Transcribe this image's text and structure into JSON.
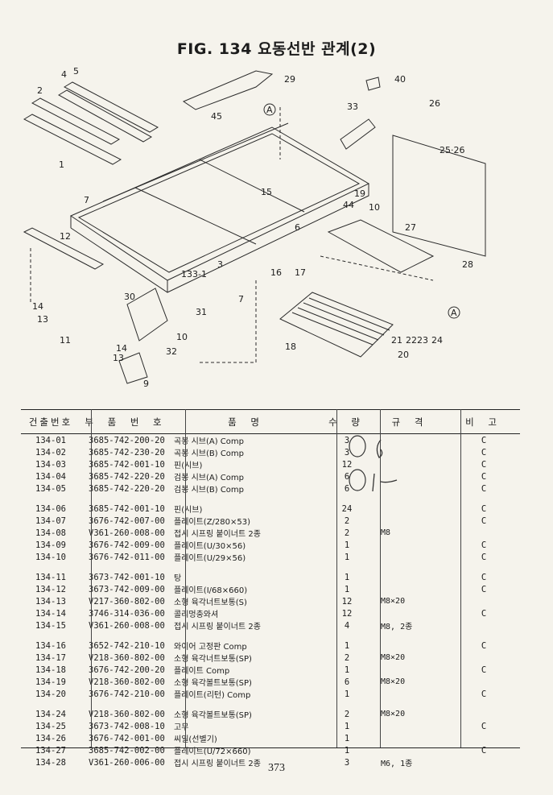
{
  "title": "FIG. 134 요동선반 관계(2)",
  "page_number": "373",
  "columns": [
    "건출번호",
    "부 품 번 호",
    "품 명",
    "수 량",
    "규 격",
    "비 고"
  ],
  "rows": [
    {
      "no": "134-01",
      "part": "3685-742-200-20",
      "name": "곡봉 시브(A) Comp",
      "qty": "3",
      "spec": "",
      "remark": "C"
    },
    {
      "no": "134-02",
      "part": "3685-742-230-20",
      "name": "곡봉 시브(B) Comp",
      "qty": "3",
      "spec": "",
      "remark": "C"
    },
    {
      "no": "134-03",
      "part": "3685-742-001-10",
      "name": "핀(시브)",
      "qty": "12",
      "spec": "",
      "remark": "C"
    },
    {
      "no": "134-04",
      "part": "3685-742-220-20",
      "name": "검봉 시브(A) Comp",
      "qty": "6",
      "spec": "",
      "remark": "C"
    },
    {
      "no": "134-05",
      "part": "3685-742-220-20",
      "name": "검봉 시브(B) Comp",
      "qty": "6",
      "spec": "",
      "remark": "C"
    },
    {
      "gap": true
    },
    {
      "no": "134-06",
      "part": "3685-742-001-10",
      "name": "핀(시브)",
      "qty": "24",
      "spec": "",
      "remark": "C"
    },
    {
      "no": "134-07",
      "part": "3676-742-007-00",
      "name": "플레이트(Z/280×53)",
      "qty": "2",
      "spec": "",
      "remark": "C"
    },
    {
      "no": "134-08",
      "part": "V361-260-008-00",
      "name": "접시 시프링 붙이너트 2종",
      "qty": "2",
      "spec": "M8",
      "remark": ""
    },
    {
      "no": "134-09",
      "part": "3676-742-009-00",
      "name": "플레이트(U/30×56)",
      "qty": "1",
      "spec": "",
      "remark": "C"
    },
    {
      "no": "134-10",
      "part": "3676-742-011-00",
      "name": "플레이트(U/29×56)",
      "qty": "1",
      "spec": "",
      "remark": "C"
    },
    {
      "gap": true
    },
    {
      "no": "134-11",
      "part": "3673-742-001-10",
      "name": "탕",
      "qty": "1",
      "spec": "",
      "remark": "C"
    },
    {
      "no": "134-12",
      "part": "3673-742-009-00",
      "name": "플레이트(I/68×660)",
      "qty": "1",
      "spec": "",
      "remark": "C"
    },
    {
      "no": "134-13",
      "part": "V217-360-802-00",
      "name": "소형 육각너트보통(S)",
      "qty": "12",
      "spec": "M8×20",
      "remark": ""
    },
    {
      "no": "134-14",
      "part": "3746-314-036-00",
      "name": "콜리멍충와셔",
      "qty": "12",
      "spec": "",
      "remark": "C"
    },
    {
      "no": "134-15",
      "part": "V361-260-008-00",
      "name": "접시 시프링 붙이너트 2종",
      "qty": "4",
      "spec": "M8, 2종",
      "remark": ""
    },
    {
      "gap": true
    },
    {
      "no": "134-16",
      "part": "3652-742-210-10",
      "name": "와이어 고정판 Comp",
      "qty": "1",
      "spec": "",
      "remark": "C"
    },
    {
      "no": "134-17",
      "part": "V218-360-802-00",
      "name": "소형 육각너트보통(SP)",
      "qty": "2",
      "spec": "M8×20",
      "remark": ""
    },
    {
      "no": "134-18",
      "part": "3676-742-200-20",
      "name": "플레이트 Comp",
      "qty": "1",
      "spec": "",
      "remark": "C"
    },
    {
      "no": "134-19",
      "part": "V218-360-802-00",
      "name": "소형 육각볼트보통(SP)",
      "qty": "6",
      "spec": "M8×20",
      "remark": ""
    },
    {
      "no": "134-20",
      "part": "3676-742-210-00",
      "name": "플레이트(리턴) Comp",
      "qty": "1",
      "spec": "",
      "remark": "C"
    },
    {
      "gap": true
    },
    {
      "no": "134-24",
      "part": "V218-360-802-00",
      "name": "소형 육각볼트보통(SP)",
      "qty": "2",
      "spec": "M8×20",
      "remark": ""
    },
    {
      "no": "134-25",
      "part": "3673-742-008-10",
      "name": "고무",
      "qty": "1",
      "spec": "",
      "remark": "C"
    },
    {
      "no": "134-26",
      "part": "3676-742-001-00",
      "name": "씨일(선별기)",
      "qty": "1",
      "spec": "",
      "remark": ""
    },
    {
      "no": "134-27",
      "part": "3685-742-002-00",
      "name": "플레이트(U/72×660)",
      "qty": "1",
      "spec": "",
      "remark": "C"
    },
    {
      "no": "134-28",
      "part": "V361-260-006-00",
      "name": "접시 시프링 붙이너트 2종",
      "qty": "3",
      "spec": "M6, 1종",
      "remark": ""
    }
  ]
}
